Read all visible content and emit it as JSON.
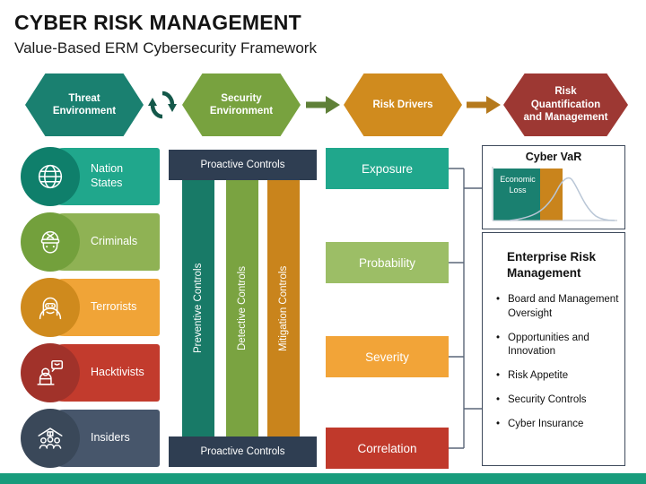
{
  "header": {
    "title": "CYBER RISK MANAGEMENT",
    "subtitle": "Value-Based ERM Cybersecurity Framework"
  },
  "process_flow": {
    "steps": [
      {
        "label": "Threat Environment",
        "color": "#1a8070"
      },
      {
        "label": "Security Environment",
        "color": "#78a23f"
      },
      {
        "label": "Risk Drivers",
        "color": "#d08b1e"
      },
      {
        "label": "Risk Quantification and Management",
        "color": "#9d3833"
      }
    ],
    "cycle_icon_color": "#14584a",
    "arrow1_color": "#5f8038",
    "arrow2_color": "#b5791c"
  },
  "threat_actors": {
    "items": [
      {
        "label": "Nation States",
        "bar_color": "#20a78c",
        "circle_color": "#0f7f6b",
        "icon": "globe"
      },
      {
        "label": "Criminals",
        "bar_color": "#8fb254",
        "circle_color": "#73a03c",
        "icon": "burglar"
      },
      {
        "label": "Terrorists",
        "bar_color": "#f0a437",
        "circle_color": "#cf8a1d",
        "icon": "balaclava"
      },
      {
        "label": "Hacktivists",
        "bar_color": "#c23b2d",
        "circle_color": "#a1322a",
        "icon": "hacker-laptop"
      },
      {
        "label": "Insiders",
        "bar_color": "#47566b",
        "circle_color": "#3a4859",
        "icon": "house-people"
      }
    ]
  },
  "controls": {
    "top_label": "Proactive Controls",
    "bottom_label": "Proactive Controls",
    "band_color": "#2f3e52",
    "columns": [
      {
        "label": "Preventive Controls",
        "color": "#187a67"
      },
      {
        "label": "Detective Controls",
        "color": "#7aa341"
      },
      {
        "label": "Mitigation Controls",
        "color": "#c9841c"
      }
    ]
  },
  "risk_factors": {
    "connector_color": "#5a6678",
    "items": [
      {
        "label": "Exposure",
        "color": "#20a78c"
      },
      {
        "label": "Probability",
        "color": "#9cbe66"
      },
      {
        "label": "Severity",
        "color": "#f2a438"
      },
      {
        "label": "Correlation",
        "color": "#c0392b"
      }
    ]
  },
  "cyber_var": {
    "title": "Cyber VaR",
    "loss_label": "Economic Loss",
    "loss_color": "#1a8070",
    "var_color": "#c9841c",
    "curve_color": "#b9c6d6",
    "axis_color": "#c3cad4"
  },
  "erm": {
    "title": "Enterprise Risk Management",
    "bullet_char": "•",
    "bullets": [
      "Board and Management Oversight",
      "Opportunities and Innovation",
      "Risk Appetite",
      "Security Controls",
      "Cyber Insurance"
    ]
  },
  "footer": {
    "color": "#189c7c"
  }
}
